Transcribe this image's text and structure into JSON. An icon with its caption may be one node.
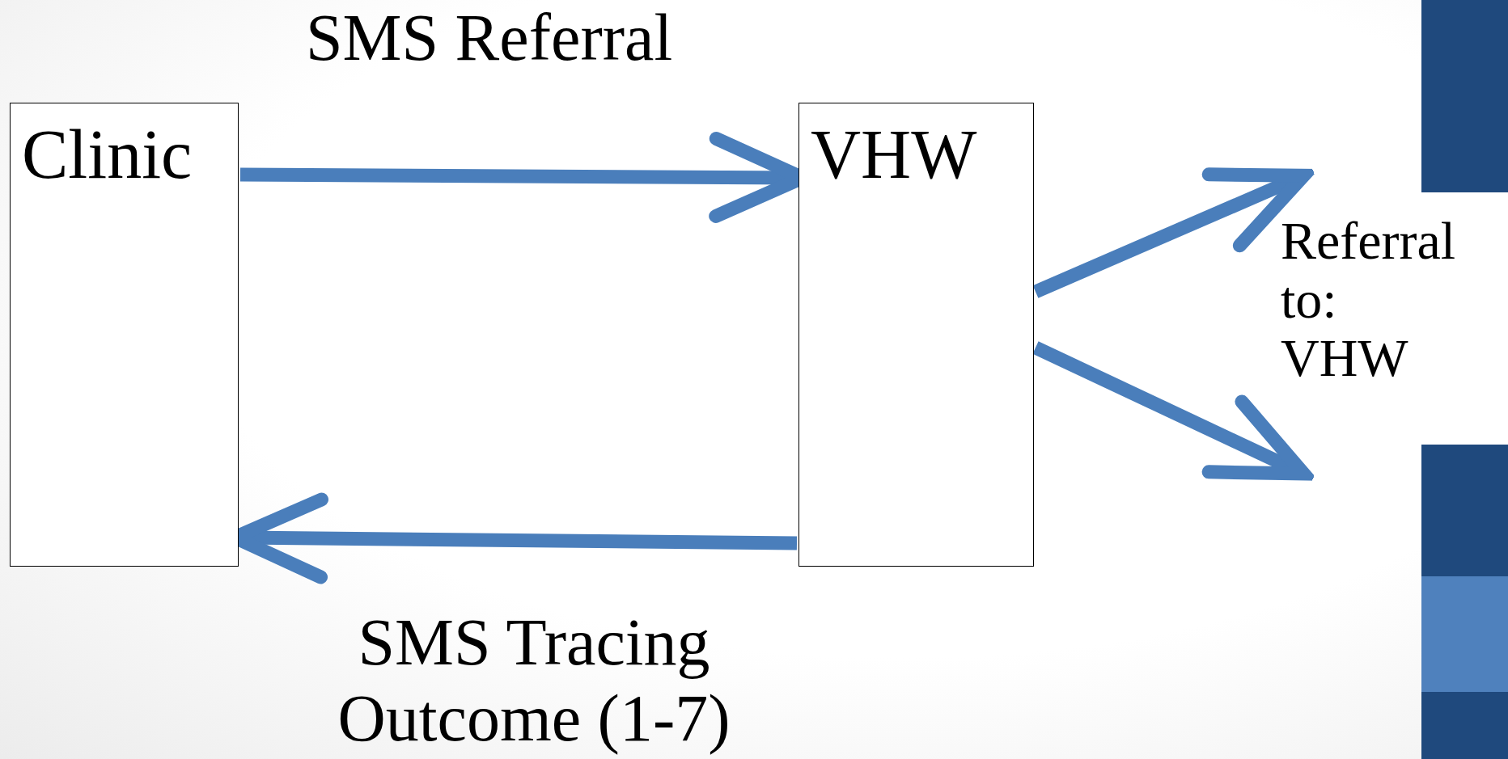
{
  "diagram": {
    "nodes": [
      {
        "text": [
          "Clinic"
        ]
      },
      {
        "text": [
          "VHW"
        ]
      }
    ],
    "edges": [
      {
        "from": 0,
        "to": 1,
        "arrow": "to",
        "label": "SMS Referral"
      },
      {
        "from": 1,
        "to": 0,
        "arrow": "to",
        "label": "SMS Tracing Outcome (1-7)"
      },
      {
        "from": 1,
        "to": null,
        "arrow": "to"
      },
      {
        "from": 1,
        "to": null,
        "arrow": "to"
      }
    ],
    "labels": [
      "Referral to: VHW"
    ]
  }
}
